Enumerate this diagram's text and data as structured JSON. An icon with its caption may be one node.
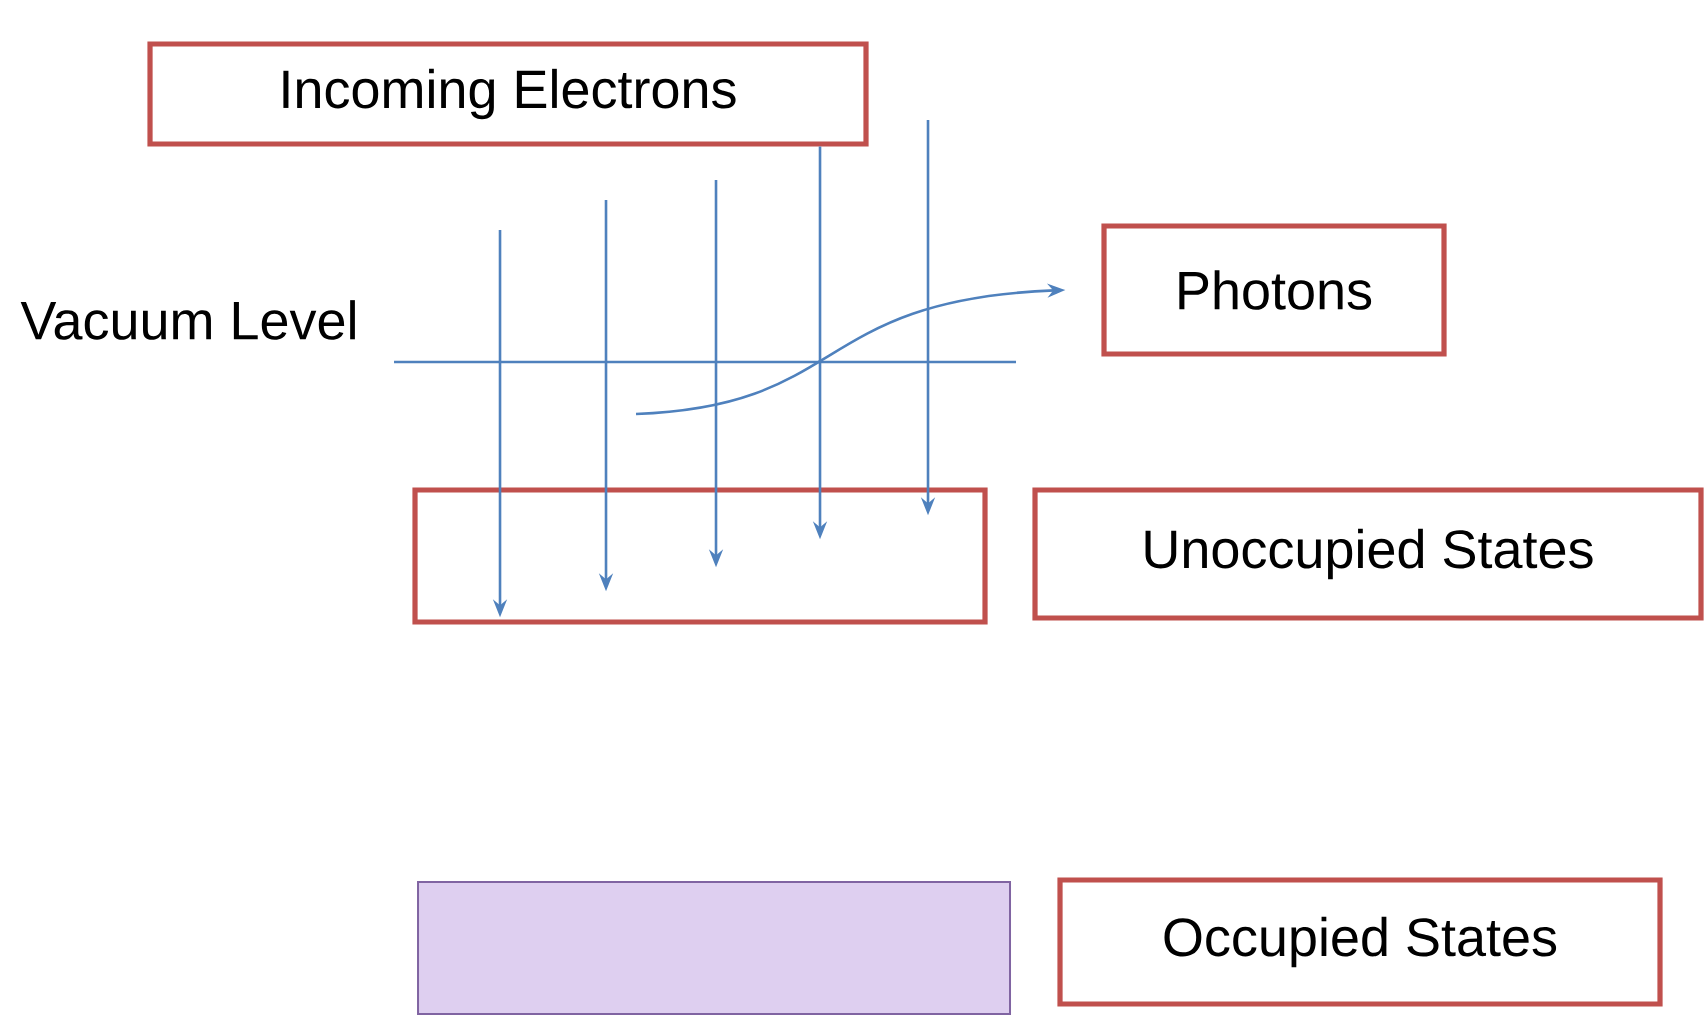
{
  "diagram": {
    "nodes": [
      {
        "text": [
          "Incoming Electrons"
        ]
      },
      {
        "text": [
          "Photons"
        ]
      },
      {
        "text": [],
        "shape": "box"
      },
      {
        "text": [
          "Unoccupied States"
        ]
      },
      {
        "text": [],
        "shape": "bar"
      },
      {
        "text": [
          "Occupied States"
        ]
      }
    ],
    "edges": [
      {
        "from": null,
        "to": 2,
        "arrow": "to"
      },
      {
        "from": null,
        "to": 2,
        "arrow": "to"
      },
      {
        "from": null,
        "to": 2,
        "arrow": "to"
      },
      {
        "from": 0,
        "to": 2,
        "arrow": "to"
      },
      {
        "from": null,
        "to": 2,
        "arrow": "to"
      },
      {
        "from": null,
        "to": 1,
        "arrow": "to"
      }
    ],
    "labels": [
      "Vacuum Level"
    ]
  }
}
